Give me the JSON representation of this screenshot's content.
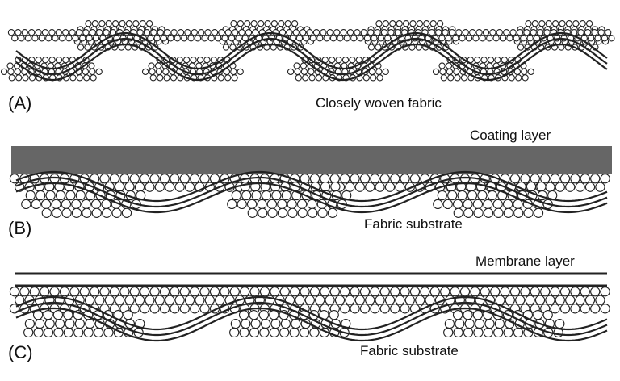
{
  "panels": [
    {
      "label": "(A)",
      "captions": [
        "Closely woven fabric"
      ]
    },
    {
      "label": "(B)",
      "captions": [
        "Coating layer",
        "Fabric substrate"
      ]
    },
    {
      "label": "(C)",
      "captions": [
        "Membrane layer",
        "Fabric substrate"
      ]
    }
  ],
  "colors": {
    "line": "#222222",
    "coating": "#666666",
    "background": "#ffffff"
  }
}
